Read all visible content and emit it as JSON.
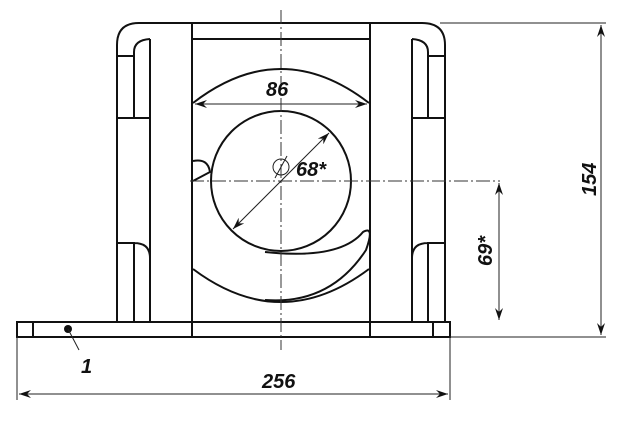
{
  "drawing": {
    "dimensions": {
      "width_total": "256",
      "height_total": "154",
      "opening_width": "86",
      "bore_diameter": "68*",
      "center_height": "69*"
    },
    "callouts": [
      {
        "label": "1"
      }
    ],
    "colors": {
      "line": "#111111",
      "background": "#ffffff"
    }
  }
}
